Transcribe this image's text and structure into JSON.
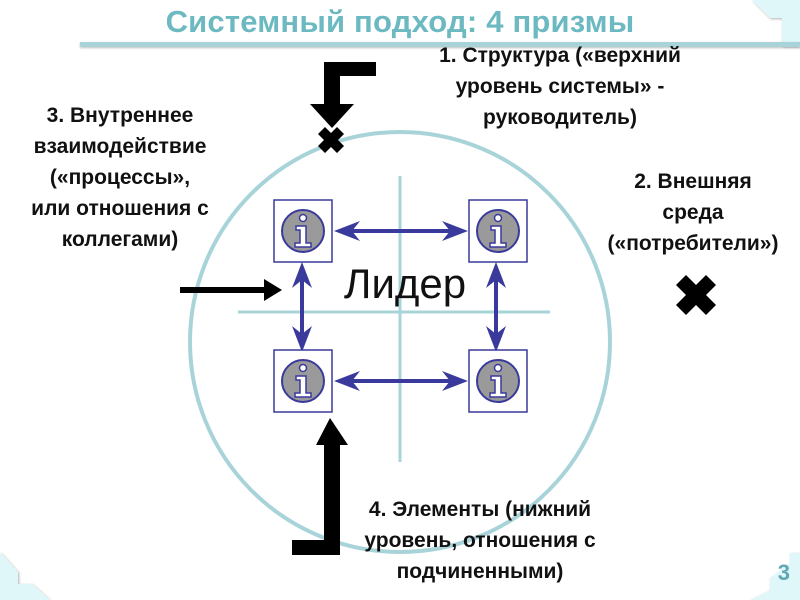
{
  "slide": {
    "title": "Системный подход: 4 призмы",
    "page_number": "3",
    "center_label": "Лидер",
    "prisms": [
      {
        "id": "structure",
        "text": "1. Структура («верхний\nуровень системы» -\nруководитель)"
      },
      {
        "id": "external",
        "text": "2. Внешняя\nсреда\n(«потребители»)"
      },
      {
        "id": "internal",
        "text": "3. Внутреннее\nвзаимодействие\n(«процессы»,\nили отношения с\nколлегами)"
      },
      {
        "id": "elements",
        "text": "4. Элементы (нижний\nуровень, отношения с\nподчиненными)"
      }
    ],
    "nodes": [
      {
        "icon": "info-icon",
        "position": "top-left"
      },
      {
        "icon": "info-icon",
        "position": "top-right"
      },
      {
        "icon": "info-icon",
        "position": "bottom-left"
      },
      {
        "icon": "info-icon",
        "position": "bottom-right"
      }
    ],
    "markers": [
      {
        "icon": "cross-icon",
        "near": "structure"
      },
      {
        "icon": "cross-icon",
        "near": "external"
      }
    ],
    "colors": {
      "title": "#6cb9c2",
      "circle": "#a8d4d9",
      "node_border": "#3a3a9c",
      "connector": "#3a3a9c",
      "info_fill": "#9a9a9a",
      "corner_fill": "#dff7f9"
    }
  }
}
